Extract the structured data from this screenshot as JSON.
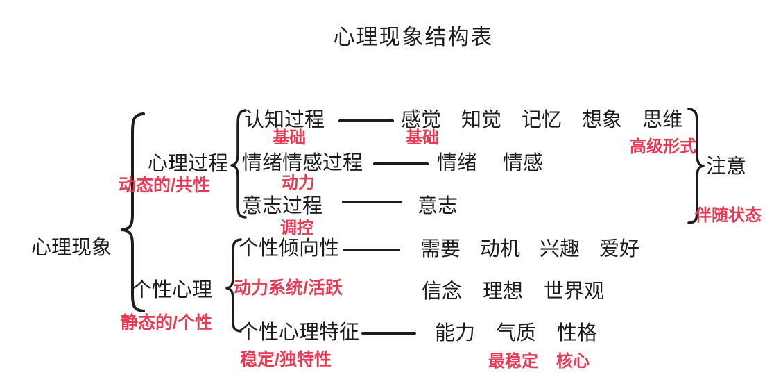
{
  "title": "心理现象结构表",
  "colors": {
    "text": "#1c1c1c",
    "annotation": "#e73a55",
    "background": "#ffffff"
  },
  "root": {
    "label": "心理现象"
  },
  "sections": {
    "process": {
      "label": "心理过程",
      "annotation": "动态的/共性",
      "rows": [
        {
          "label": "认知过程",
          "annotation": "基础",
          "items": [
            "感觉",
            "知觉",
            "记忆",
            "想象",
            "思维"
          ],
          "items_annotation": "基础"
        },
        {
          "label": "情绪情感过程",
          "annotation": "动力",
          "items": [
            "情绪",
            "情感"
          ]
        },
        {
          "label": "意志过程",
          "annotation": "调控",
          "items": [
            "意志"
          ]
        }
      ],
      "attention": {
        "label": "注意",
        "annotation_top": "高级形式",
        "annotation_bottom": "伴随状态"
      }
    },
    "personality": {
      "label": "个性心理",
      "annotation": "静态的/个性",
      "brace_annotation": "动力系统/活跃",
      "rows": [
        {
          "label": "个性倾向性",
          "items_line1": [
            "需要",
            "动机",
            "兴趣",
            "爱好"
          ],
          "items_line2": [
            "信念",
            "理想",
            "世界观"
          ]
        },
        {
          "label": "个性心理特征",
          "annotation": "稳定/独特性",
          "items": [
            "能力",
            "气质",
            "性格"
          ],
          "items_annotation": [
            "最稳定",
            "核心"
          ]
        }
      ]
    }
  }
}
